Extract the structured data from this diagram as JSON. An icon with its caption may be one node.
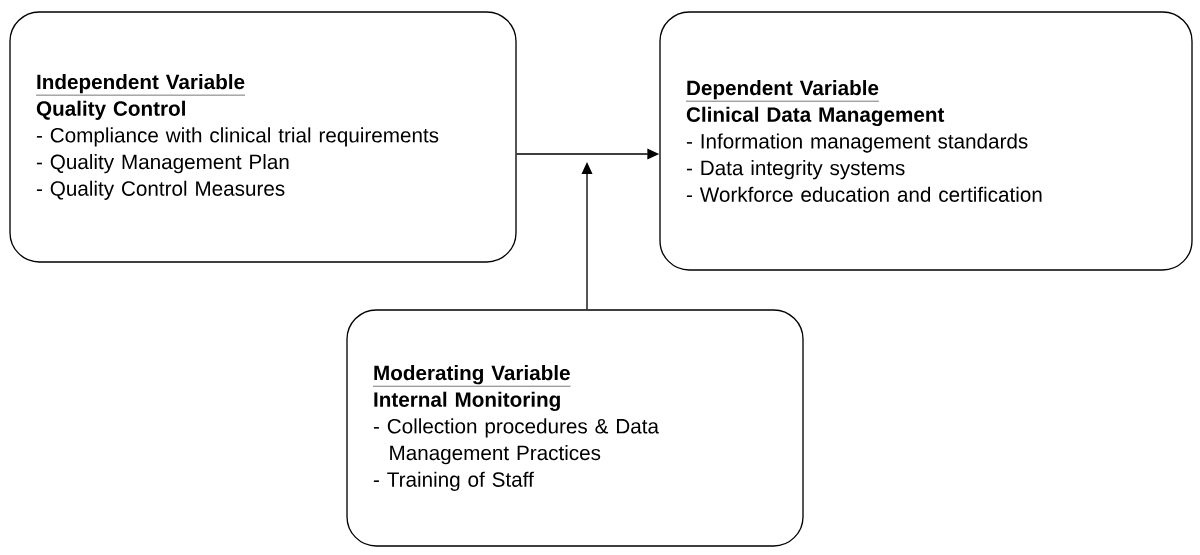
{
  "diagram": {
    "nodes": [
      {
        "text": [
          "Independent Variable",
          "Quality Control",
          "- Compliance with clinical trial requirements",
          "- Quality Management Plan",
          "- Quality Control Measures"
        ]
      },
      {
        "text": [
          "Dependent Variable",
          "Clinical Data Management",
          "- Information management standards",
          "- Data integrity systems",
          "- Workforce education and certification"
        ]
      },
      {
        "text": [
          "Moderating Variable",
          "Internal Monitoring",
          "- Collection procedures & Data Management Practices",
          "- Training of Staff"
        ]
      }
    ],
    "edges": [
      {
        "from": 0,
        "to": 1,
        "arrow": "to"
      },
      {
        "from": 2,
        "to": null,
        "arrow": "to"
      }
    ]
  }
}
